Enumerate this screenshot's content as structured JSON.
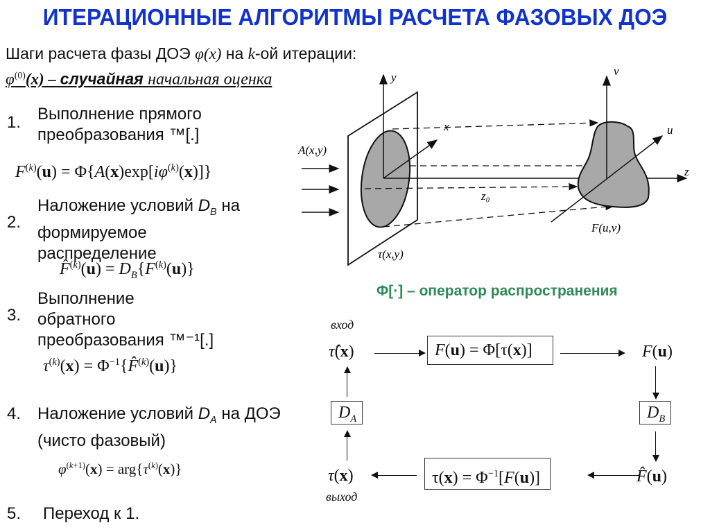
{
  "title": "ИТЕРАЦИОННЫЕ АЛГОРИТМЫ РАСЧЕТА ФАЗОВЫХ ДОЭ",
  "intro": {
    "line1_prefix": "Шаги расчета фазы ДОЭ ",
    "line1_phi": "φ(x)",
    "line1_mid": " на ",
    "line1_k": "k",
    "line1_suffix": "-ой итерации:",
    "line2_phi": "φ",
    "line2_sup": "(0)",
    "line2_arg": "(x) – ",
    "line2_bold": "случайная ",
    "line2_rest": "начальная оценка"
  },
  "steps": [
    {
      "num": "1.",
      "lines": [
        "Выполнение прямого",
        "преобразования ™[.]"
      ],
      "formula": "F⁽ᵏ⁾(u) = Φ{A(x) exp[iφ⁽ᵏ⁾(x)]}"
    },
    {
      "num": "2.",
      "line1_prefix": "Наложение условий ",
      "line1_D": "D",
      "line1_sub": "B",
      "line1_suffix": " на",
      "lines": [
        "формируемое",
        "распределение"
      ],
      "formula": "F̂⁽ᵏ⁾(u) = D_B{F⁽ᵏ⁾(u)}"
    },
    {
      "num": "3.",
      "lines": [
        "Выполнение",
        "обратного",
        "преобразования ™⁻¹[.]"
      ],
      "formula": "τ⁽ᵏ⁾(x) = Φ⁻¹{F̂⁽ᵏ⁾(u)}"
    },
    {
      "num": "4.",
      "line1_prefix": "Наложение условий ",
      "line1_D": "D",
      "line1_sub": "A",
      "line1_suffix": " на ДОЭ",
      "lines": [
        "(чисто фазовый)"
      ],
      "formula": "φ⁽ᵏ⁺¹⁾(x) = arg{τ⁽ᵏ⁾(x)}"
    },
    {
      "num": "5.",
      "lines": [
        "Переход к 1."
      ]
    }
  ],
  "figure": {
    "axis_y": "y",
    "axis_x": "x",
    "axis_v": "v",
    "axis_u": "u",
    "axis_z": "z",
    "input_label": "A(x,y)",
    "plane_label": "τ(x,y)",
    "distance_label": "z₀",
    "output_label": "F(u,v)"
  },
  "operator_note": "Φ[·] – оператор распространения",
  "flow": {
    "input_word": "вход",
    "output_word": "выход",
    "tau_hat": "τ̂(x)",
    "forward_box": "F(u) = Φ[τ(x)]",
    "F_u": "F(u)",
    "D_B": "D",
    "D_B_sub": "B",
    "D_A": "D",
    "D_A_sub": "A",
    "F_hat": "F̂(u)",
    "inverse_box": "τ(x) = Φ⁻¹[F(u)]",
    "tau_out": "τ(x)"
  }
}
